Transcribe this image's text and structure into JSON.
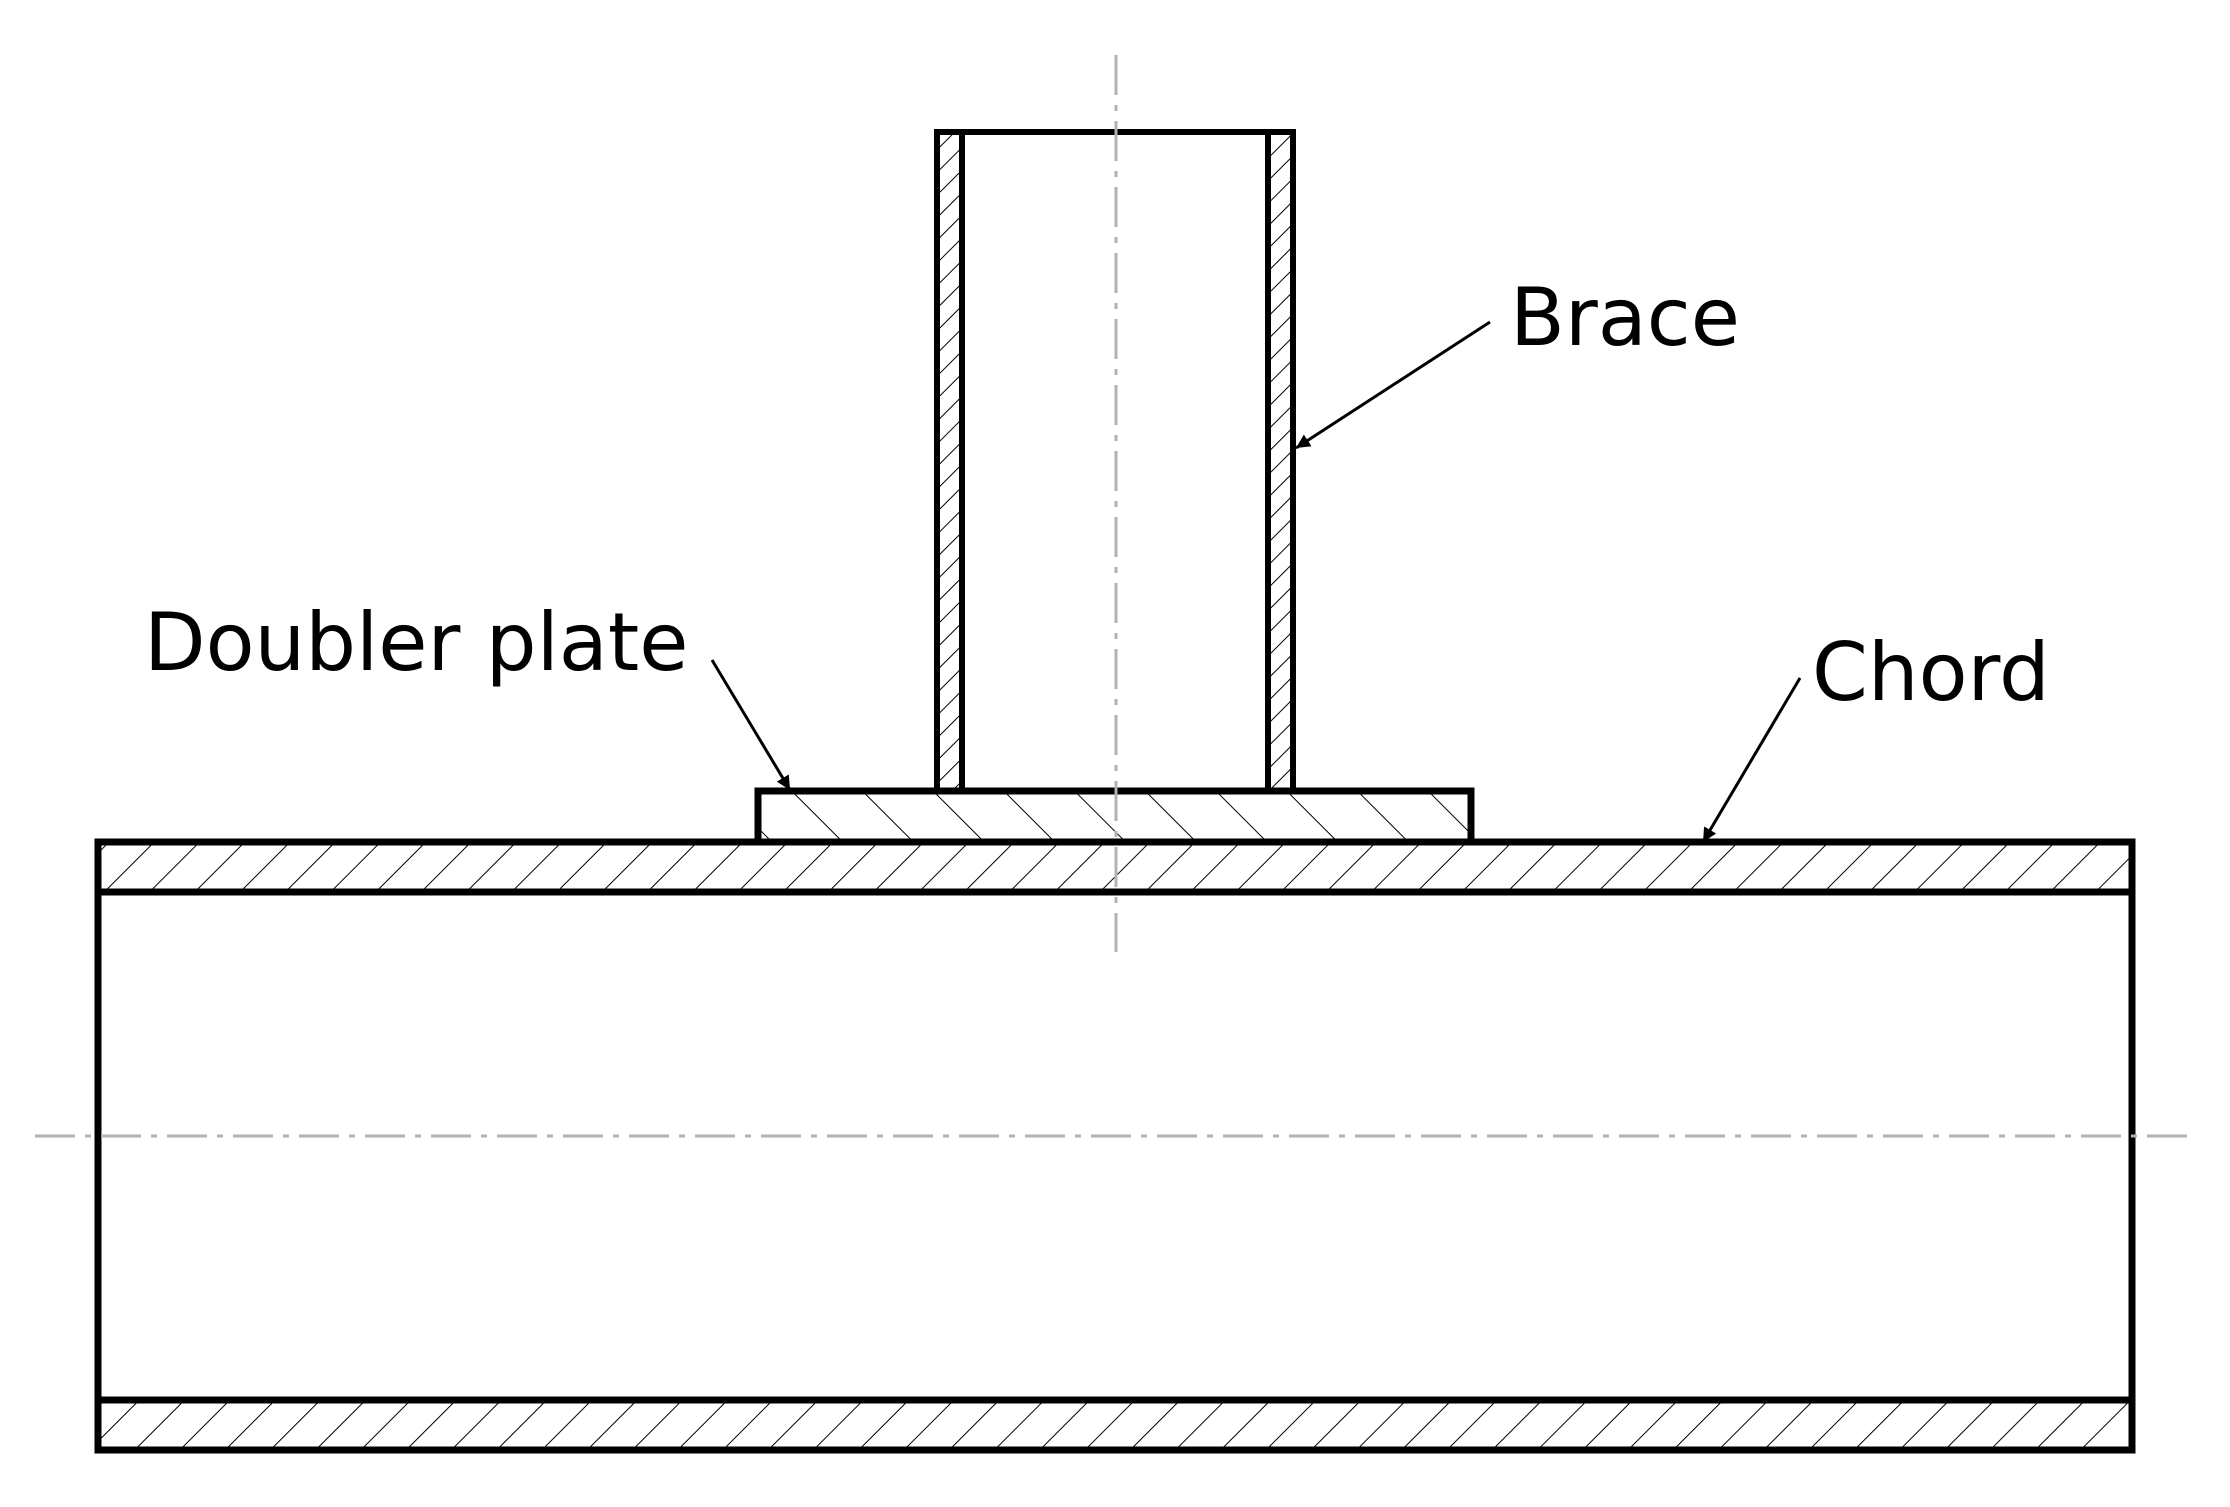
{
  "labels": {
    "brace": "Brace",
    "doubler_plate": "Doubler plate",
    "chord": "Chord"
  },
  "colors": {
    "outline": "#000000",
    "centerline": "#b3b3b3",
    "background": "#ffffff"
  }
}
